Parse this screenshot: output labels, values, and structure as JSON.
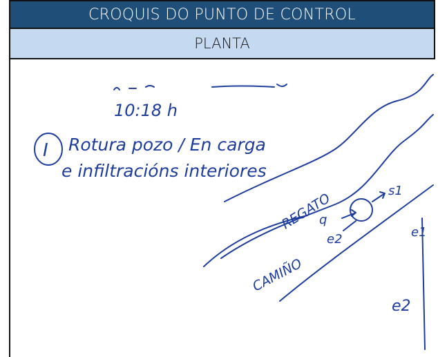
{
  "header": {
    "title": "CROQUIS DO PUNTO DE CONTROL",
    "subtitle": "PLANTA"
  },
  "sketch": {
    "time": "10:18 h",
    "note_line1": "Rotura pozo / En carga",
    "note_line2": "e infiltracións interiores",
    "label_regato": "REGATO",
    "label_camino": "CAMIÑO",
    "label_s1": "s1",
    "label_e1": "e1",
    "label_e2": "e2",
    "label_e2_small": "e2",
    "label_q": "q",
    "ink_color": "#1d3c9c"
  }
}
